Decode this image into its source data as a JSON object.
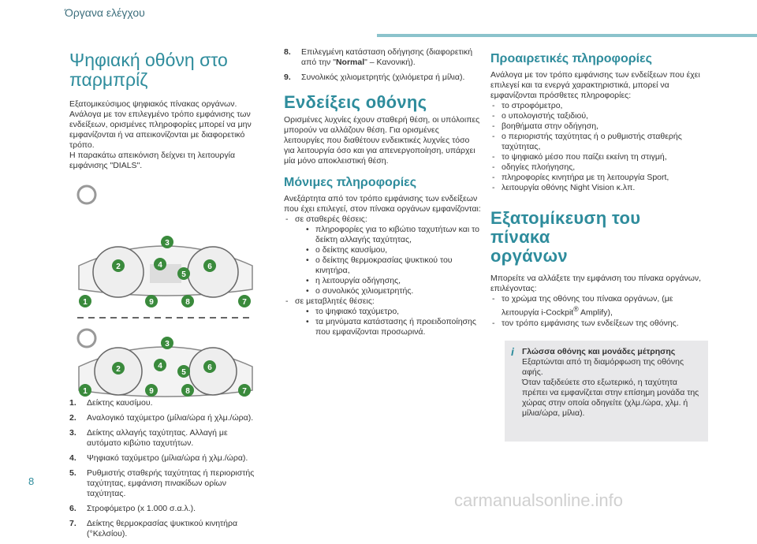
{
  "header": {
    "section": "Όργανα ελέγχου"
  },
  "col1": {
    "title_line1": "Ψηφιακή οθόνη στο",
    "title_line2": "παρμπρίζ",
    "intro": "Εξατομικεύσιμος ψηφιακός πίνακας οργάνων. Ανάλογα με τον επιλεγμένο τρόπο εμφάνισης των ενδείξεων, ορισμένες πληροφορίες μπορεί να μην εμφανίζονται ή να απεικονίζονται με διαφορετικό τρόπο.",
    "intro2": "Η παρακάτω απεικόνιση δείχνει τη λειτουργία εμφάνισης \"DIALS\".",
    "diagram_markers": [
      "1",
      "2",
      "3",
      "4",
      "5",
      "6",
      "7",
      "8",
      "9"
    ],
    "items": [
      {
        "n": "1.",
        "text": "Δείκτης καυσίμου."
      },
      {
        "n": "2.",
        "text": "Αναλογικό ταχύμετρο (μίλια/ώρα ή χλμ./ώρα)."
      },
      {
        "n": "3.",
        "text": "Δείκτης αλλαγής ταχύτητας. Αλλαγή με αυτόματο κιβώτιο ταχυτήτων."
      },
      {
        "n": "4.",
        "text": "Ψηφιακό ταχύμετρο (μίλια/ώρα ή χλμ./ώρα)."
      },
      {
        "n": "5.",
        "text": "Ρυθμιστής σταθερής ταχύτητας ή περιοριστής ταχύτητας, εμφάνιση πινακίδων ορίων ταχύτητας."
      },
      {
        "n": "6.",
        "text": "Στροφόμετρο (x 1.000 σ.α.λ.)."
      },
      {
        "n": "7.",
        "text": "Δείκτης θερμοκρασίας ψυκτικού κινητήρα (°Κελσίου)."
      }
    ]
  },
  "col2": {
    "items": [
      {
        "n": "8.",
        "text_a": "Επιλεγμένη κατάσταση οδήγησης (διαφορετική από την \"",
        "bold": "Normal",
        "text_b": "\" – Κανονική)."
      },
      {
        "n": "9.",
        "text": "Συνολικός χιλιομετρητής (χιλιόμετρα ή μίλια)."
      }
    ],
    "h_display": "Ενδείξεις οθόνης",
    "display_text": "Ορισμένες λυχνίες έχουν σταθερή θέση, οι υπόλοιπες μπορούν να αλλάζουν θέση. Για ορισμένες λειτουργίες που διαθέτουν ενδεικτικές λυχνίες τόσο για λειτουργία όσο και για απενεργοποίηση, υπάρχει μία μόνο αποκλειστική θέση.",
    "h_perm": "Μόνιμες πληροφορίες",
    "perm_text": "Ανεξάρτητα από τον τρόπο εμφάνισης των ενδείξεων που έχει επιλεγεί, στον πίνακα οργάνων εμφανίζονται:",
    "fixed_label": "σε σταθερές θέσεις:",
    "fixed": [
      "πληροφορίες για το κιβώτιο ταχυτήτων και το δείκτη αλλαγής ταχύτητας,",
      "ο δείκτης καυσίμου,",
      "ο δείκτης θερμοκρασίας ψυκτικού του κινητήρα,",
      "η λειτουργία οδήγησης,",
      "ο συνολικός χιλιομετρητής."
    ],
    "var_label": "σε μεταβλητές θέσεις:",
    "variable": [
      "το ψηφιακό ταχύμετρο,",
      "τα μηνύματα κατάστασης ή προειδοποίησης που εμφανίζονται προσωρινά."
    ]
  },
  "col3": {
    "h_opt": "Προαιρετικές πληροφορίες",
    "opt_text": "Ανάλογα με τον τρόπο εμφάνισης των ενδείξεων που έχει επιλεγεί και τα ενεργά χαρακτηριστικά, μπορεί να εμφανίζονται πρόσθετες πληροφορίες:",
    "opt_items": [
      "το στροφόμετρο,",
      "ο υπολογιστής ταξιδιού,",
      "βοηθήματα στην οδήγηση,",
      "ο περιοριστής ταχύτητας ή ο ρυθμιστής σταθερής ταχύτητας,",
      "το ψηφιακό μέσο που παίζει εκείνη τη στιγμή,",
      "οδηγίες πλοήγησης,",
      "πληροφορίες κινητήρα με τη λειτουργία Sport,",
      "λειτουργία οθόνης Night Vision κ.λπ."
    ],
    "h_custom_1": "Εξατομίκευση του πίνακα",
    "h_custom_2": "οργάνων",
    "custom_text": "Μπορείτε να αλλάξετε την εμφάνιση του πίνακα οργάνων, επιλέγοντας:",
    "custom_item1_a": "το χρώμα της οθόνης του πίνακα οργάνων, (με λειτουργία i-Cockpit",
    "custom_item1_sup": "®",
    "custom_item1_b": " Amplify),",
    "custom_item2": "τον τρόπο εμφάνισης των ενδείξεων της οθόνης."
  },
  "note": {
    "title": "Γλώσσα οθόνης και μονάδες μέτρησης",
    "p1": "Εξαρτώνται από τη διαμόρφωση της οθόνης αφής.",
    "p2": "Όταν ταξιδεύετε στο εξωτερικό, η ταχύτητα πρέπει να εμφανίζεται στην επίσημη μονάδα της χώρας στην οποία οδηγείτε (χλμ./ώρα, χλμ. ή μίλια/ώρα, μίλια)."
  },
  "footer": {
    "page": "8",
    "watermark": "carmanualsonline.info"
  },
  "colors": {
    "accent": "#2e8c9c",
    "marker": "#3a8a3c",
    "note_bg": "#e8e8ea"
  }
}
